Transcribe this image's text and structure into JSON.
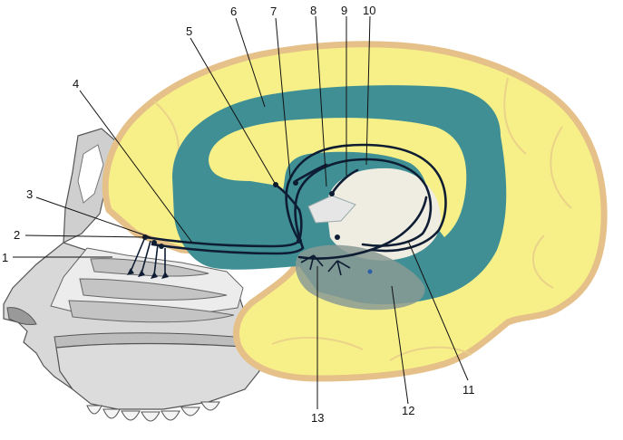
{
  "colors": {
    "cortex": "#f7f089",
    "cortex_edge": "#e6c089",
    "limbic": "#3f8f94",
    "thalamus": "#efece2",
    "amygdala": "#8a9a94",
    "bone": "#d4d4d4",
    "nasal_cavity": "#ececec",
    "tract": "#0e1d33"
  },
  "labels": [
    {
      "id": "1",
      "text": "1"
    },
    {
      "id": "2",
      "text": "2"
    },
    {
      "id": "3",
      "text": "3"
    },
    {
      "id": "4",
      "text": "4"
    },
    {
      "id": "5",
      "text": "5"
    },
    {
      "id": "6",
      "text": "6"
    },
    {
      "id": "7",
      "text": "7"
    },
    {
      "id": "8",
      "text": "8"
    },
    {
      "id": "9",
      "text": "9"
    },
    {
      "id": "10",
      "text": "10"
    },
    {
      "id": "11",
      "text": "11"
    },
    {
      "id": "12",
      "text": "12"
    },
    {
      "id": "13",
      "text": "13"
    }
  ]
}
